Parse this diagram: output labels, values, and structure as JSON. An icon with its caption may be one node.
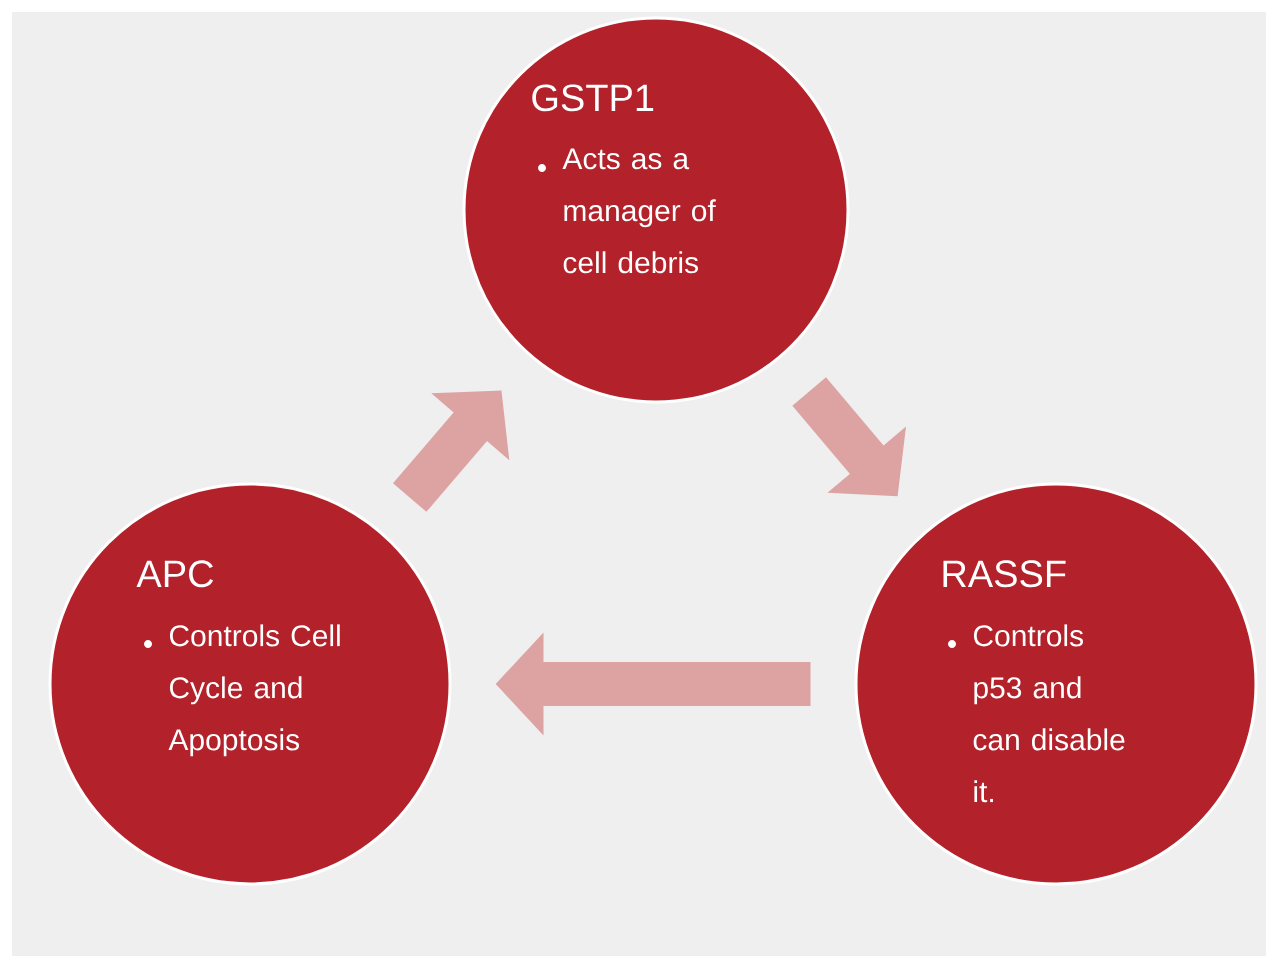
{
  "diagram": {
    "nodes": [
      {
        "text": [
          "GSTP1",
          "Acts as a manager of cell debris"
        ]
      },
      {
        "text": [
          "RASSF",
          "Controls p53 and can disable it."
        ]
      },
      {
        "text": [
          "APC",
          "Controls Cell Cycle and Apoptosis"
        ]
      }
    ],
    "edges": [
      {
        "from": 2,
        "to": 0,
        "arrow": "to"
      },
      {
        "from": 0,
        "to": 1,
        "arrow": "to"
      },
      {
        "from": 1,
        "to": 2,
        "arrow": "to"
      }
    ]
  }
}
